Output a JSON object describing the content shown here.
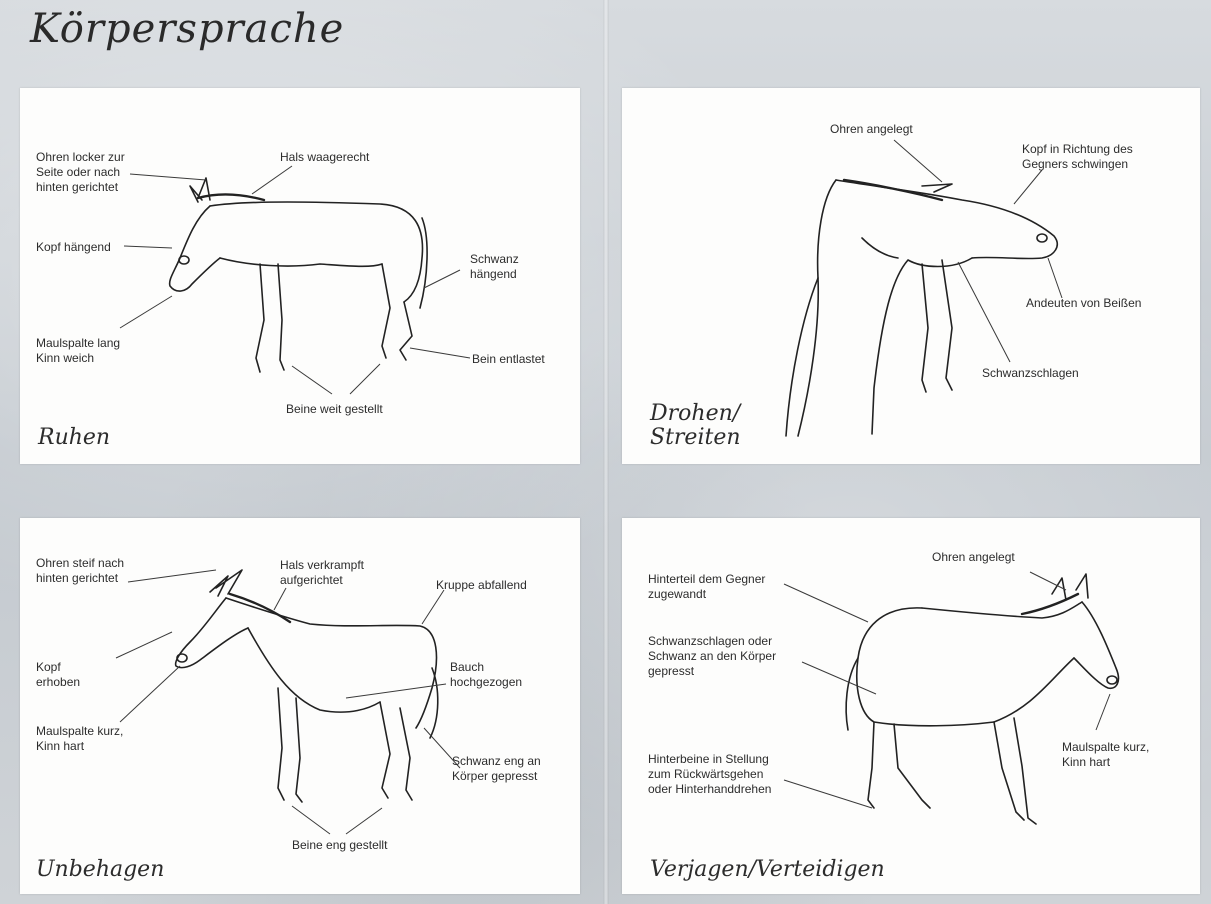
{
  "title": "Körpersprache",
  "panels": [
    {
      "caption": "Ruhen",
      "labels": [
        "Ohren locker zur\nSeite oder nach\nhinten gerichtet",
        "Hals waagerecht",
        "Kopf hängend",
        "Schwanz\nhängend",
        "Maulspalte lang\nKinn weich",
        "Bein entlastet",
        "Beine weit gestellt"
      ]
    },
    {
      "caption": "Drohen/\nStreiten",
      "labels": [
        "Ohren angelegt",
        "Kopf in Richtung des\nGegners schwingen",
        "Andeuten von Beißen",
        "Schwanzschlagen"
      ]
    },
    {
      "caption": "Unbehagen",
      "labels": [
        "Ohren steif nach\nhinten gerichtet",
        "Hals verkrampft\naufgerichtet",
        "Kruppe abfallend",
        "Kopf\nerhoben",
        "Bauch\nhochgezogen",
        "Maulspalte kurz,\nKinn hart",
        "Schwanz eng an\nKörper gepresst",
        "Beine eng gestellt"
      ]
    },
    {
      "caption": "Verjagen/Verteidigen",
      "labels": [
        "Ohren angelegt",
        "Hinterteil dem Gegner\nzugewandt",
        "Schwanzschlagen oder\nSchwanz an den Körper\ngepresst",
        "Hinterbeine in Stellung\nzum Rückwärtsgehen\noder Hinterhanddrehen",
        "Maulspalte kurz,\nKinn hart"
      ]
    }
  ]
}
